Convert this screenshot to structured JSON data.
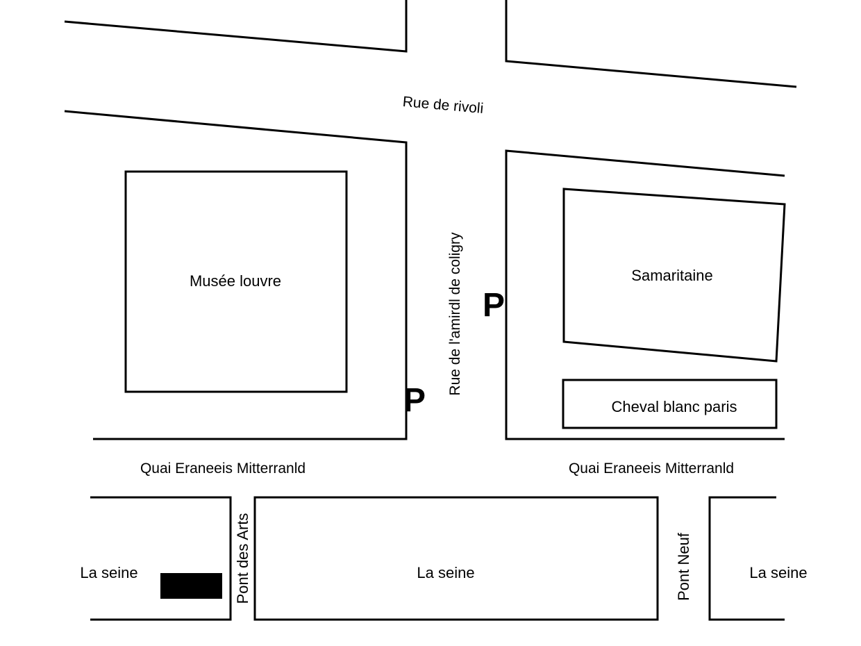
{
  "map": {
    "streets": {
      "rivoli": "Rue de rivoli",
      "coligny": "Rue de l'amirdl de coligry",
      "quai_left": "Quai Eraneeis Mitterranld",
      "quai_right": "Quai Eraneeis Mitterranld"
    },
    "buildings": {
      "louvre": "Musée louvre",
      "samaritaine": "Samaritaine",
      "cheval_blanc": "Cheval blanc paris"
    },
    "bridges": {
      "pont_des_arts": "Pont des Arts",
      "pont_neuf": "Pont Neuf"
    },
    "river": {
      "left": "La seine",
      "center": "La seine",
      "right": "La seine"
    },
    "parking": {
      "left": "P",
      "right": "P"
    }
  }
}
